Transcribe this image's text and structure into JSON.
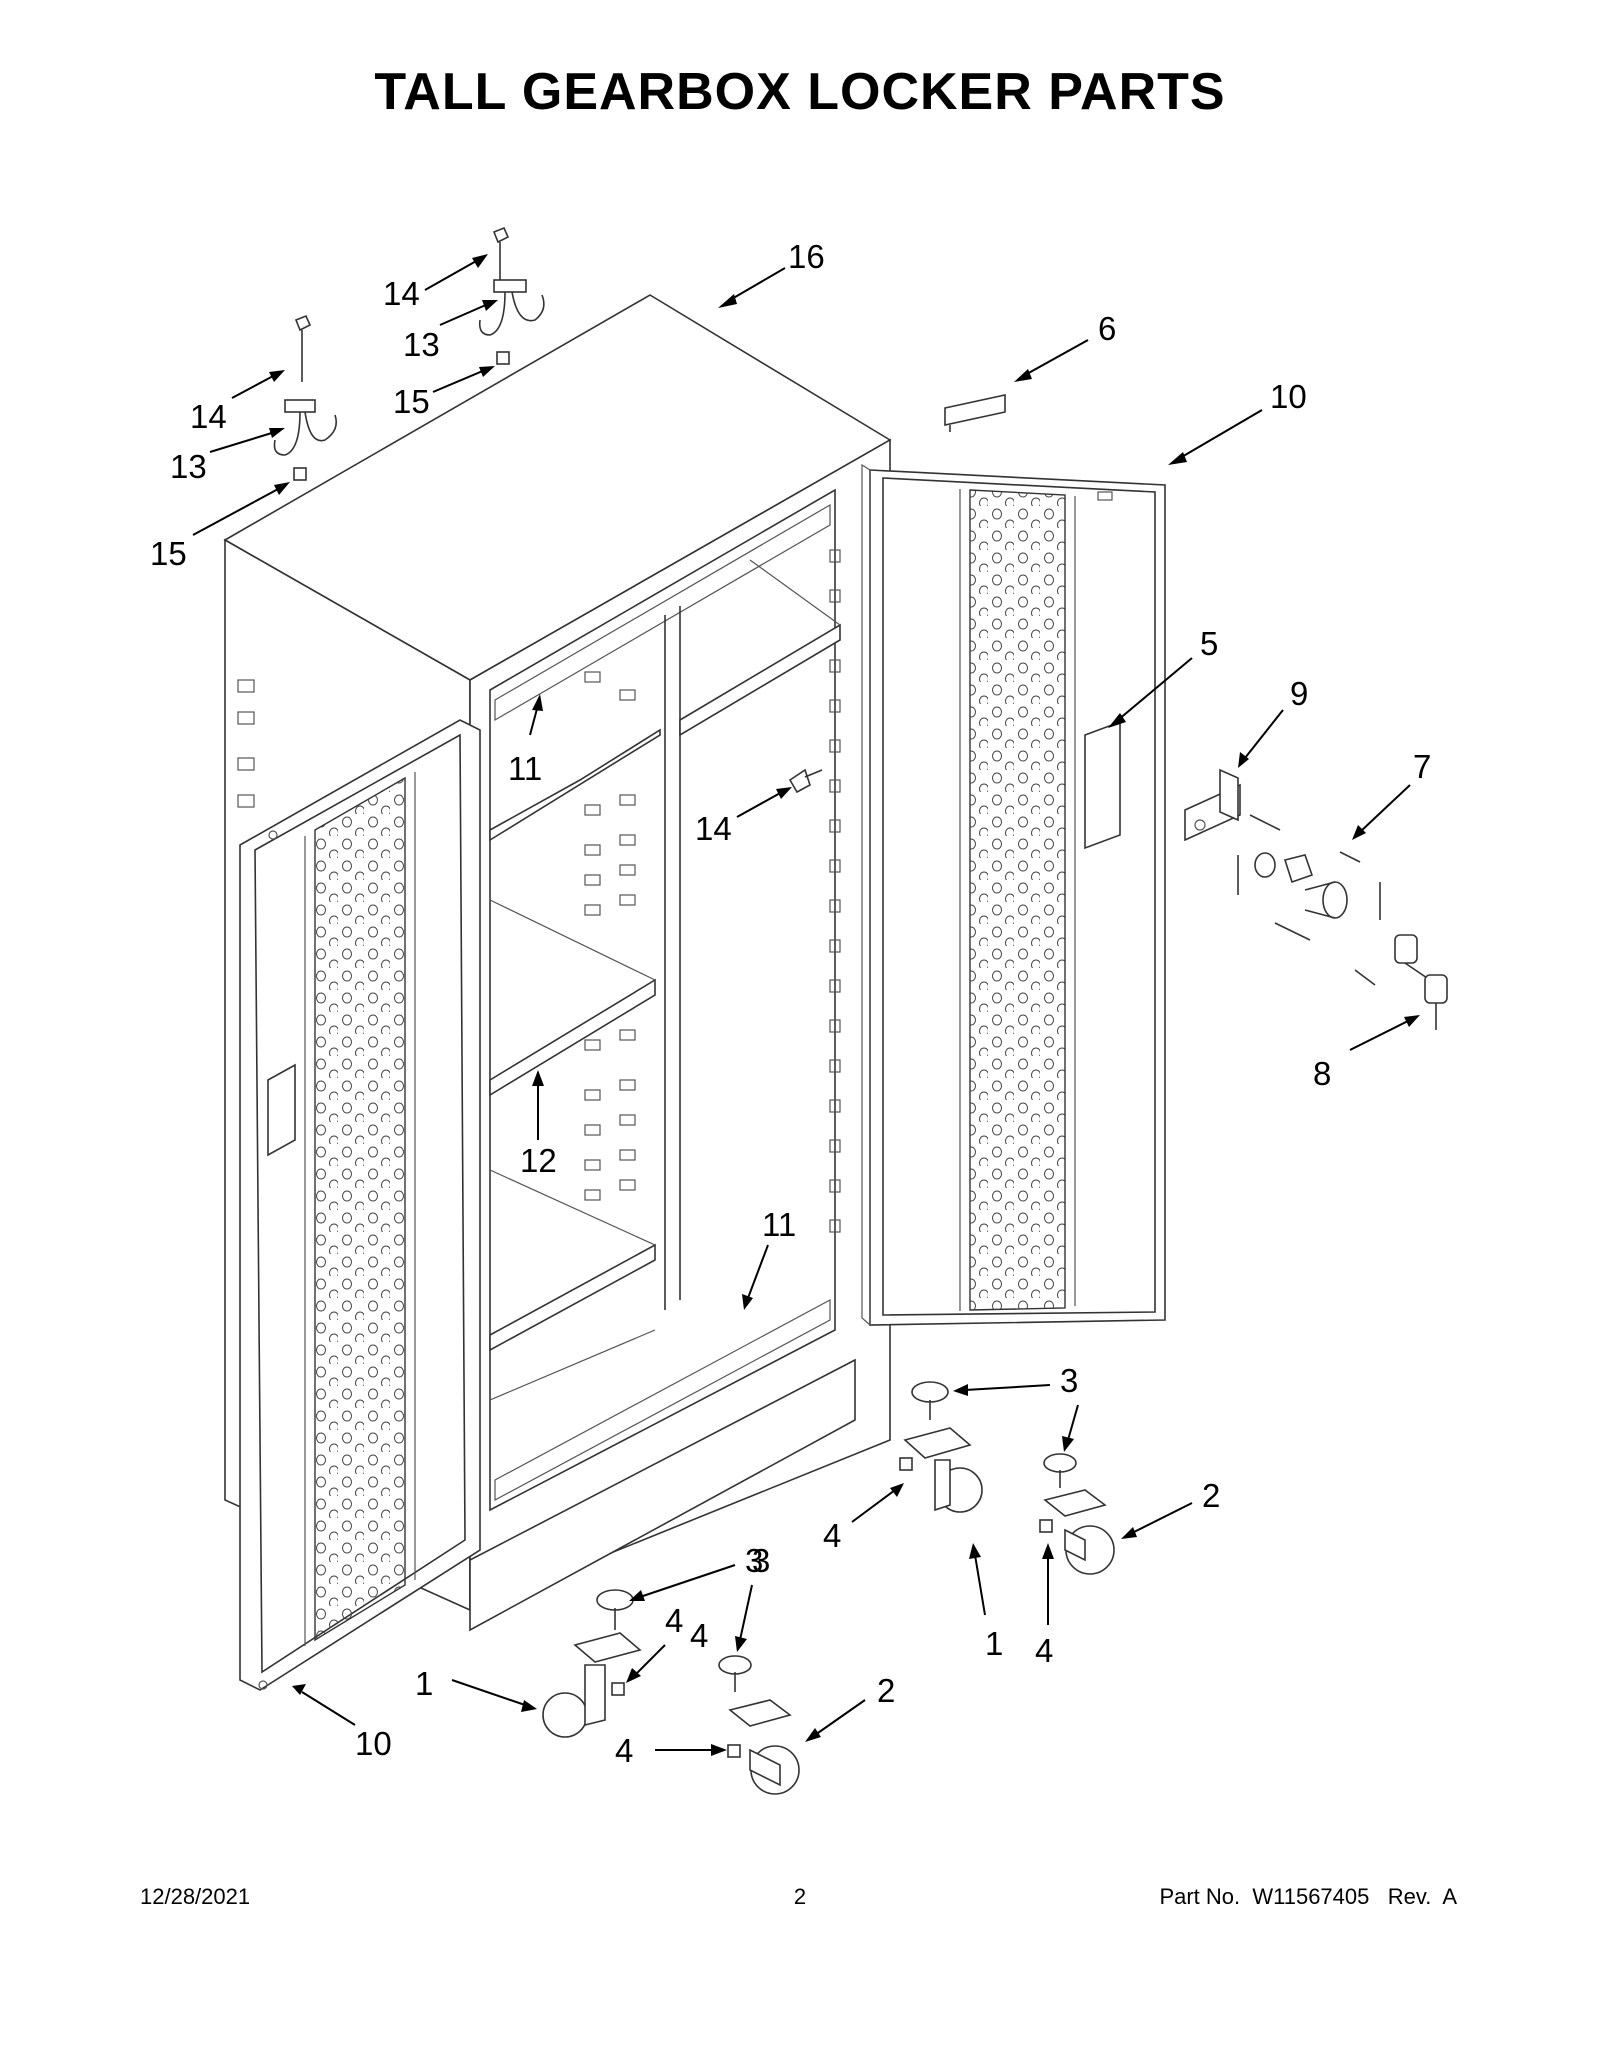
{
  "title": "TALL GEARBOX LOCKER PARTS",
  "footer": {
    "date": "12/28/2021",
    "page": "2",
    "part_no": "Part No.  W11567405   Rev.  A"
  },
  "callouts": [
    "16",
    "14",
    "13",
    "15",
    "14",
    "13",
    "15",
    "6",
    "10",
    "11",
    "14",
    "5",
    "9",
    "7",
    "8",
    "12",
    "11",
    "3",
    "3",
    "2",
    "4",
    "4",
    "1",
    "1",
    "4",
    "3",
    "4",
    "2",
    "4",
    "10"
  ]
}
